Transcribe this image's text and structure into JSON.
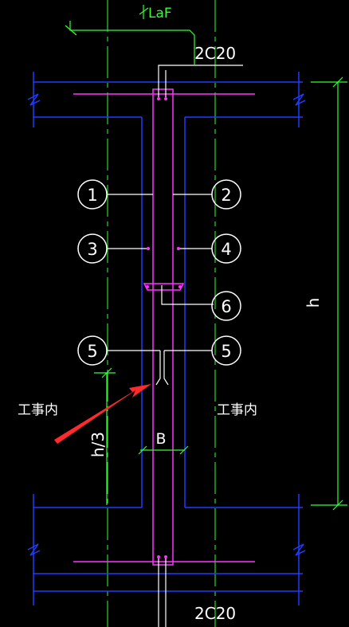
{
  "labels": {
    "anchor_length": "LaF",
    "rebar_top": "2C20",
    "rebar_bottom": "2C20",
    "height": "h",
    "third_height": "h/3",
    "width": "B",
    "room_left": "工事内",
    "room_right": "工事内"
  },
  "callouts": [
    "1",
    "2",
    "3",
    "4",
    "5",
    "5",
    "6"
  ],
  "colors": {
    "background": "#000000",
    "wall_outline": "#1f3cff",
    "column": "#ff33ff",
    "dimension": "#33ff33",
    "text": "#ffffff",
    "arrow": "#ff2a2a"
  }
}
